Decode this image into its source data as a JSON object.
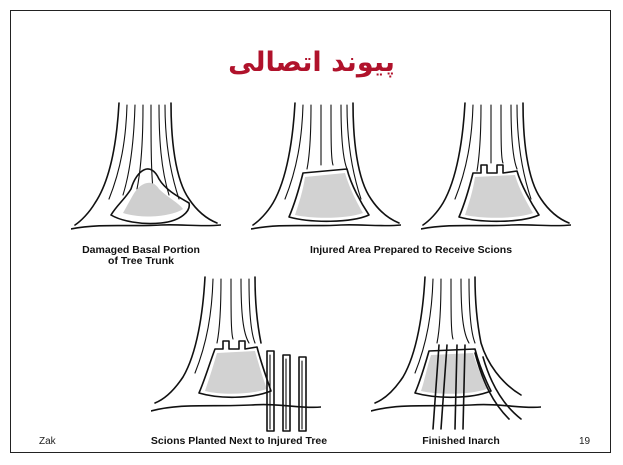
{
  "slide": {
    "title": "پیوند اتصالی",
    "footer_left": "Zak",
    "page_number": "19"
  },
  "figures": [
    {
      "icon": "damaged-trunk-illustration",
      "caption": "Damaged Basal Portion\nof Tree Trunk"
    },
    {
      "icon": "prepared-trunk-illustration",
      "caption": ""
    },
    {
      "icon": "notched-trunk-illustration",
      "caption": ""
    },
    {
      "icon": "scions-planted-illustration",
      "caption": "Scions Planted Next to Injured Tree"
    },
    {
      "icon": "finished-inarch-illustration",
      "caption": "Finished Inarch"
    }
  ],
  "shared_caption": "Injured Area Prepared to Receive Scions"
}
